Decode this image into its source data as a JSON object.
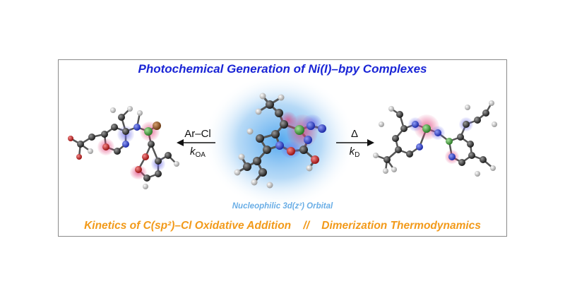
{
  "title": "Photochemical Generation of Ni(I)–bpy Complexes",
  "center_label": "Nucleophilic 3d(z²) Orbital",
  "left_arrow": {
    "reagent": "Ar–Cl",
    "rate_k": "k",
    "rate_sub": "OA"
  },
  "right_arrow": {
    "symbol": "Δ",
    "rate_k": "k",
    "rate_sub": "D"
  },
  "bottom_left": "Kinetics of C(sp²)–Cl Oxidative Addition",
  "separator": "//",
  "bottom_right": "Dimerization Thermodynamics",
  "colors": {
    "title": "#1a25d6",
    "caption": "#f29a1a",
    "orbital_label": "#6aaee6",
    "orbital_glow": "#4aa3ee",
    "nickel": "#3fa83a",
    "carbon": "#3a3a3a",
    "hydrogen": "#e8e8e8",
    "nitrogen": "#2f43d0",
    "oxygen": "#c81e1e",
    "chlorine": "#8a5a2a"
  }
}
